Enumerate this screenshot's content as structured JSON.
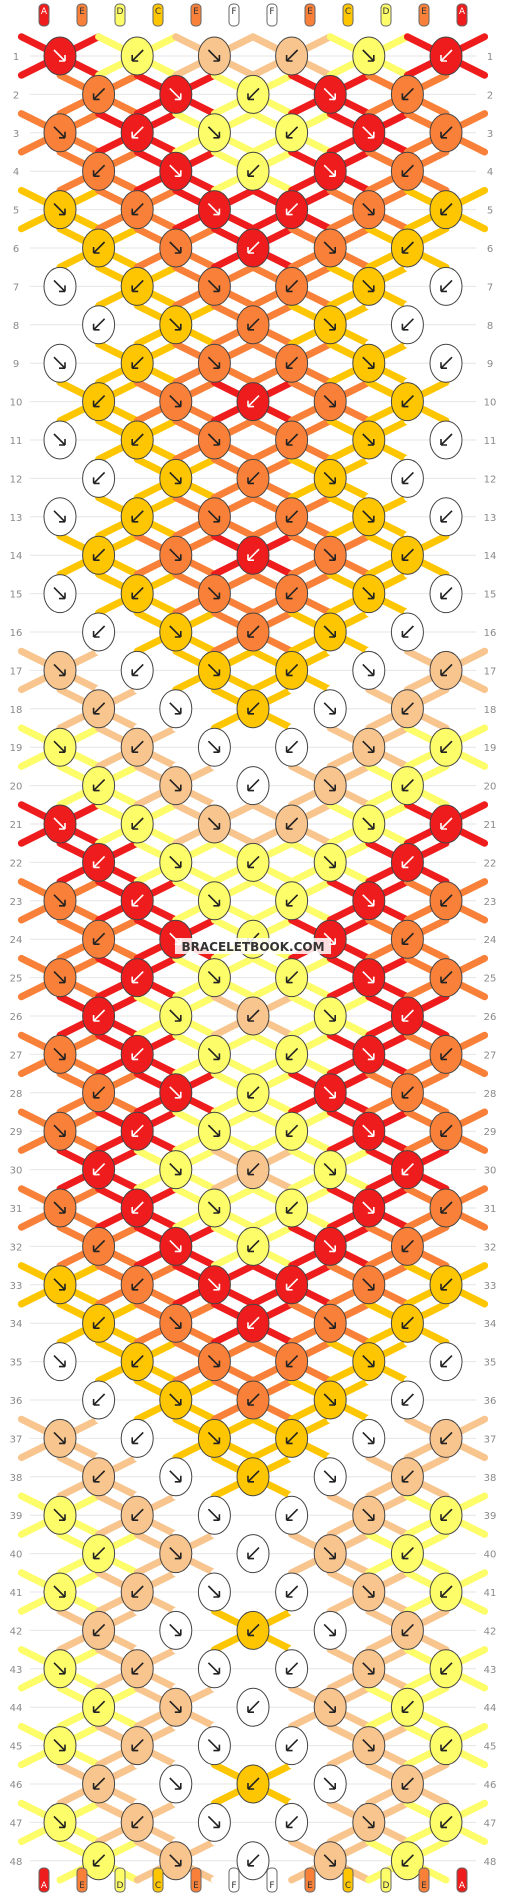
{
  "watermark": "BRACELETBOOK.COM",
  "strands": {
    "top": [
      "A",
      "E",
      "D",
      "C",
      "E",
      "F",
      "F",
      "E",
      "C",
      "D",
      "E",
      "A"
    ],
    "bottom": [
      "A",
      "E",
      "D",
      "C",
      "E",
      "F",
      "F",
      "E",
      "C",
      "D",
      "E",
      "A"
    ]
  },
  "colors": {
    "A": "#ee1c1c",
    "C": "#fdc600",
    "D": "#fdfd6a",
    "E": "#f98039",
    "F": "#ffffff",
    "G": "#f9c58e"
  },
  "row_count": 48,
  "row_labels": [
    "1",
    "2",
    "3",
    "4",
    "5",
    "6",
    "7",
    "8",
    "9",
    "10",
    "11",
    "12",
    "13",
    "14",
    "15",
    "16",
    "17",
    "18",
    "19",
    "20",
    "21",
    "22",
    "23",
    "24",
    "25",
    "26",
    "27",
    "28",
    "29",
    "30",
    "31",
    "32",
    "33",
    "34",
    "35",
    "36",
    "37",
    "38",
    "39",
    "40",
    "41",
    "42",
    "43",
    "44",
    "45",
    "46",
    "47",
    "48"
  ],
  "knots": {
    "odd_rows_per_row": 6,
    "even_rows_per_row": 5,
    "rows": [
      [
        "A",
        "D",
        "G",
        "G",
        "D",
        "A"
      ],
      [
        "E",
        "A",
        "D",
        "A",
        "E"
      ],
      [
        "E",
        "A",
        "D",
        "D",
        "A",
        "E"
      ],
      [
        "E",
        "A",
        "D",
        "A",
        "E"
      ],
      [
        "C",
        "E",
        "A",
        "A",
        "E",
        "C"
      ],
      [
        "C",
        "E",
        "A",
        "E",
        "C"
      ],
      [
        "F",
        "C",
        "E",
        "E",
        "C",
        "F"
      ],
      [
        "F",
        "C",
        "E",
        "C",
        "F"
      ],
      [
        "F",
        "C",
        "E",
        "E",
        "C",
        "F"
      ],
      [
        "C",
        "E",
        "A",
        "E",
        "C"
      ],
      [
        "F",
        "C",
        "E",
        "E",
        "C",
        "F"
      ],
      [
        "F",
        "C",
        "E",
        "C",
        "F"
      ],
      [
        "F",
        "C",
        "E",
        "E",
        "C",
        "F"
      ],
      [
        "C",
        "E",
        "A",
        "E",
        "C"
      ],
      [
        "F",
        "C",
        "E",
        "E",
        "C",
        "F"
      ],
      [
        "F",
        "C",
        "E",
        "C",
        "F"
      ],
      [
        "G",
        "F",
        "C",
        "C",
        "F",
        "G"
      ],
      [
        "G",
        "F",
        "C",
        "F",
        "G"
      ],
      [
        "D",
        "G",
        "F",
        "F",
        "G",
        "D"
      ],
      [
        "D",
        "G",
        "F",
        "G",
        "D"
      ],
      [
        "A",
        "D",
        "G",
        "G",
        "D",
        "A"
      ],
      [
        "A",
        "D",
        "D",
        "D",
        "A"
      ],
      [
        "E",
        "A",
        "D",
        "D",
        "A",
        "E"
      ],
      [
        "E",
        "A",
        "D",
        "A",
        "E"
      ],
      [
        "E",
        "A",
        "D",
        "D",
        "A",
        "E"
      ],
      [
        "A",
        "D",
        "G",
        "D",
        "A"
      ],
      [
        "E",
        "A",
        "D",
        "D",
        "A",
        "E"
      ],
      [
        "E",
        "A",
        "D",
        "A",
        "E"
      ],
      [
        "E",
        "A",
        "D",
        "D",
        "A",
        "E"
      ],
      [
        "A",
        "D",
        "G",
        "D",
        "A"
      ],
      [
        "E",
        "A",
        "D",
        "D",
        "A",
        "E"
      ],
      [
        "E",
        "A",
        "D",
        "A",
        "E"
      ],
      [
        "C",
        "E",
        "A",
        "A",
        "E",
        "C"
      ],
      [
        "C",
        "E",
        "A",
        "E",
        "C"
      ],
      [
        "F",
        "C",
        "E",
        "E",
        "C",
        "F"
      ],
      [
        "F",
        "C",
        "E",
        "C",
        "F"
      ],
      [
        "G",
        "F",
        "C",
        "C",
        "F",
        "G"
      ],
      [
        "G",
        "F",
        "C",
        "F",
        "G"
      ],
      [
        "D",
        "G",
        "F",
        "F",
        "G",
        "D"
      ],
      [
        "D",
        "G",
        "F",
        "G",
        "D"
      ],
      [
        "D",
        "G",
        "F",
        "F",
        "G",
        "D"
      ],
      [
        "G",
        "F",
        "C",
        "F",
        "G"
      ],
      [
        "D",
        "G",
        "F",
        "F",
        "G",
        "D"
      ],
      [
        "D",
        "G",
        "F",
        "G",
        "D"
      ],
      [
        "D",
        "G",
        "F",
        "F",
        "G",
        "D"
      ],
      [
        "G",
        "F",
        "C",
        "F",
        "G"
      ],
      [
        "D",
        "G",
        "F",
        "F",
        "G",
        "D"
      ],
      [
        "D",
        "G",
        "F",
        "G",
        "D"
      ]
    ]
  }
}
